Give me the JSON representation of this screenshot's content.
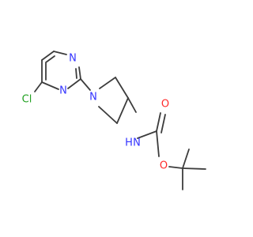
{
  "molecule": {
    "atom_labels": {
      "cl": "Cl",
      "n_ring_a": "N",
      "n_ring_b": "N",
      "n_pyrrolidine": "N",
      "n_amide": "N",
      "h_amide": "H",
      "o_carbonyl": "O",
      "o_ester": "O"
    }
  },
  "colors": {
    "bond": "#3c3c3c",
    "nitrogen": "#3333ff",
    "oxygen": "#ff2a2a",
    "chlorine": "#21a121",
    "background": "#ffffff"
  }
}
